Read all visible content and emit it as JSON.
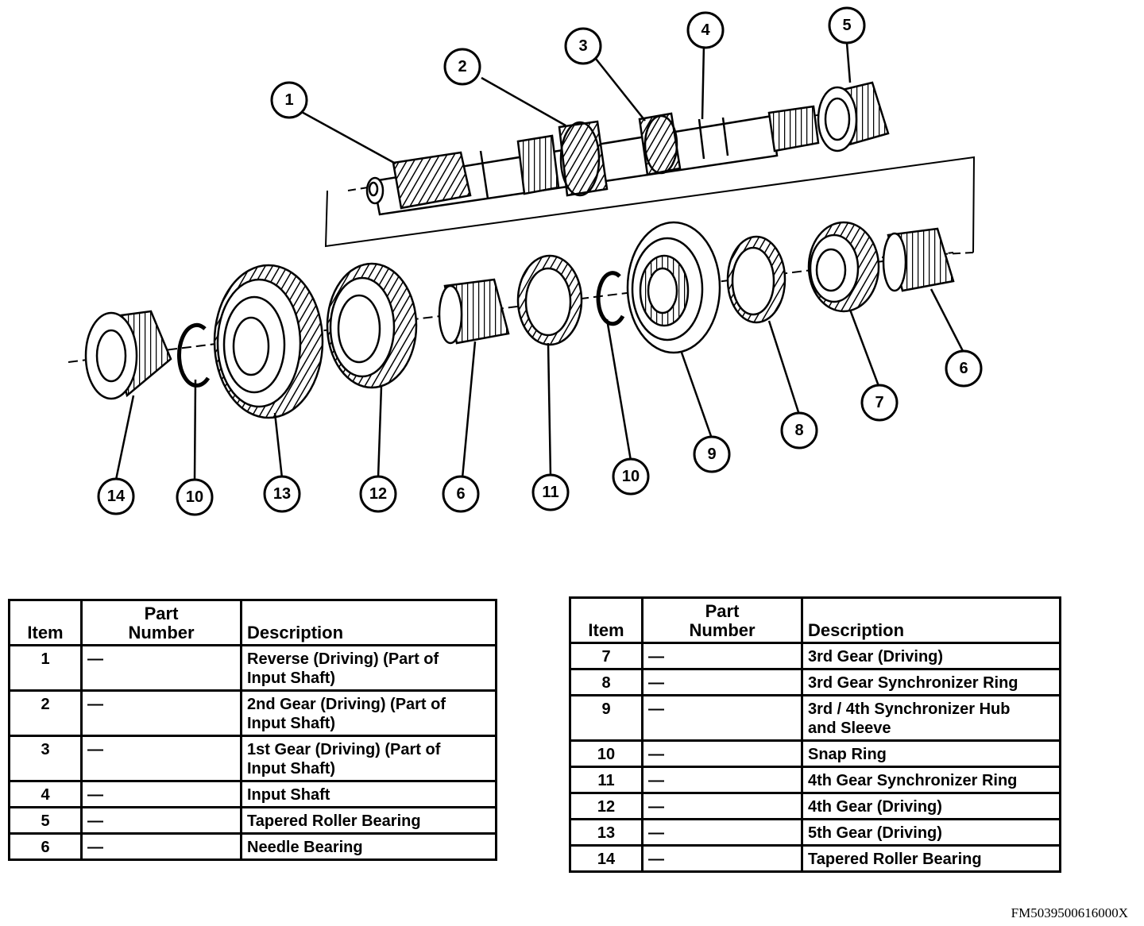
{
  "callouts": [
    "1",
    "2",
    "3",
    "4",
    "5",
    "6",
    "7",
    "8",
    "9",
    "10",
    "11",
    "12",
    "13",
    "14",
    "6",
    "10"
  ],
  "table_headers": {
    "item": "Item",
    "part_number_line1": "Part",
    "part_number_line2": "Number",
    "description": "Description"
  },
  "left_table": [
    {
      "item": "1",
      "part_number": "—",
      "description_lines": [
        "Reverse (Driving) (Part of",
        "Input Shaft)"
      ]
    },
    {
      "item": "2",
      "part_number": "—",
      "description_lines": [
        "2nd Gear (Driving) (Part of",
        "Input Shaft)"
      ]
    },
    {
      "item": "3",
      "part_number": "—",
      "description_lines": [
        "1st Gear (Driving) (Part of",
        "Input Shaft)"
      ]
    },
    {
      "item": "4",
      "part_number": "—",
      "description_lines": [
        "Input Shaft"
      ]
    },
    {
      "item": "5",
      "part_number": "—",
      "description_lines": [
        "Tapered Roller Bearing"
      ]
    },
    {
      "item": "6",
      "part_number": "—",
      "description_lines": [
        "Needle Bearing"
      ]
    }
  ],
  "right_table": [
    {
      "item": "7",
      "part_number": "—",
      "description_lines": [
        "3rd Gear (Driving)"
      ]
    },
    {
      "item": "8",
      "part_number": "—",
      "description_lines": [
        "3rd Gear Synchronizer Ring"
      ]
    },
    {
      "item": "9",
      "part_number": "—",
      "description_lines": [
        "3rd / 4th Synchronizer Hub",
        "and Sleeve"
      ]
    },
    {
      "item": "10",
      "part_number": "—",
      "description_lines": [
        "Snap Ring"
      ]
    },
    {
      "item": "11",
      "part_number": "—",
      "description_lines": [
        "4th Gear Synchronizer Ring"
      ]
    },
    {
      "item": "12",
      "part_number": "—",
      "description_lines": [
        "4th Gear (Driving)"
      ]
    },
    {
      "item": "13",
      "part_number": "—",
      "description_lines": [
        "5th Gear (Driving)"
      ]
    },
    {
      "item": "14",
      "part_number": "—",
      "description_lines": [
        "Tapered Roller Bearing"
      ]
    }
  ],
  "figure_code": "FM5039500616000X"
}
